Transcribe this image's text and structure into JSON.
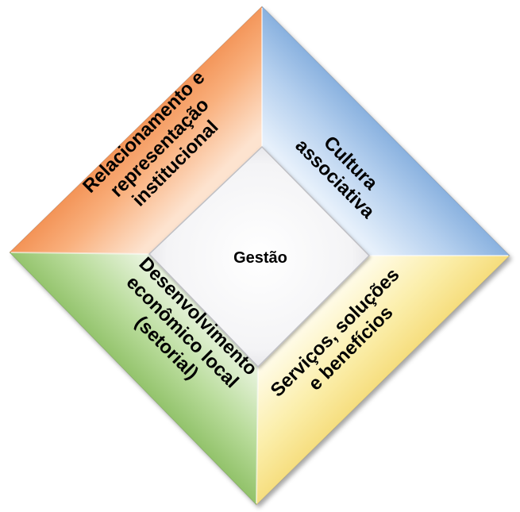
{
  "diagram": {
    "center": {
      "label": "Gestão"
    },
    "quadrants": {
      "top_left": {
        "lines": [
          "Relacionamento e",
          "representação",
          "institucional"
        ],
        "color": "#f08a4b"
      },
      "top_right": {
        "lines": [
          "Cultura",
          "associativa"
        ],
        "color": "#7aa7d8"
      },
      "bottom_left": {
        "lines": [
          "Desenvolvimento",
          "econômico local",
          "(setorial)"
        ],
        "color": "#8cc063"
      },
      "bottom_right": {
        "lines": [
          "Serviços, soluções",
          "e benefícios"
        ],
        "color": "#f5d96a"
      }
    }
  }
}
